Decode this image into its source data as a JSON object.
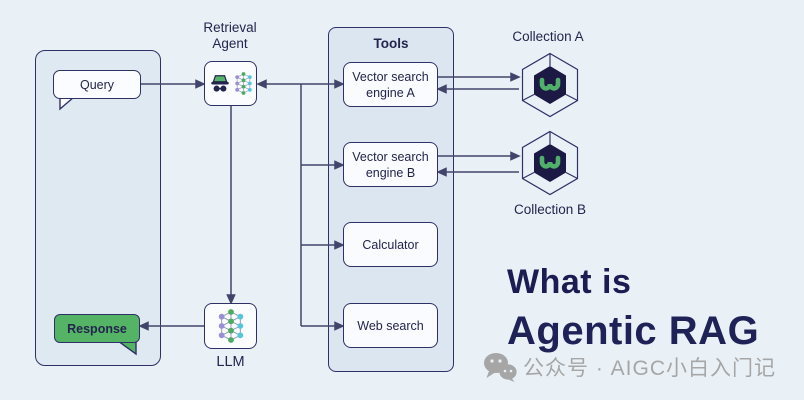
{
  "heading": {
    "line1": "What is",
    "line2": "Agentic RAG"
  },
  "watermark": {
    "text": "公众号 · AIGC小白入门记"
  },
  "diagram": {
    "query_label": "Query",
    "response_label": "Response",
    "retrieval_agent": {
      "line1": "Retrieval",
      "line2": "Agent"
    },
    "tools": {
      "title": "Tools",
      "items": [
        {
          "line1": "Vector search",
          "line2": "engine A"
        },
        {
          "line1": "Vector search",
          "line2": "engine B"
        },
        {
          "line1": "Calculator"
        },
        {
          "line1": "Web search"
        }
      ]
    },
    "collections": [
      {
        "label": "Collection A"
      },
      {
        "label": "Collection B"
      }
    ],
    "llm_label": "LLM"
  },
  "icons": {
    "agent": "incognito-agent-icon",
    "network": "neural-network-icon",
    "collection": "weaviate-hexagon-icon",
    "watermark": "wechat-icon"
  },
  "colors": {
    "background": "#e9f1f7",
    "left_panel_fill": "#dfe9f1",
    "tools_panel_fill": "#dbe6f1",
    "box_fill": "#fafbfe",
    "border_navy": "#2f3166",
    "text_navy": "#23254d",
    "heading_navy": "#1f2257",
    "arrow": "#42456a",
    "response_green": "#55b366",
    "node_green": "#4cab60",
    "node_purple": "#9a8fd6",
    "node_cyan": "#53c6d9",
    "inner_hex_navy": "#1c1a45",
    "watermark_gray": "#a6a6a6"
  }
}
